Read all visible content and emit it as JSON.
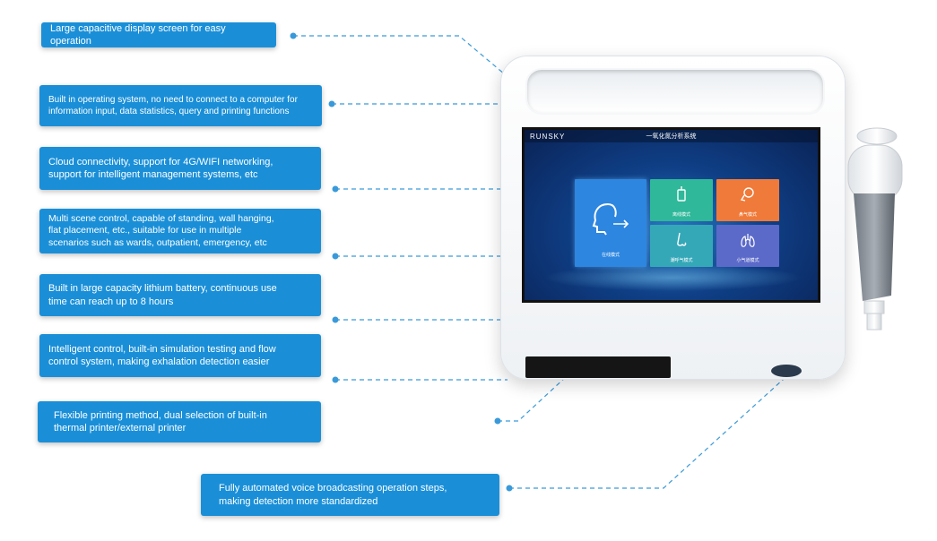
{
  "callouts": [
    {
      "text": "Large capacitive display screen for easy operation"
    },
    {
      "text": "Built in operating system, no need to connect to a computer for\ninformation input, data statistics, query and printing functions"
    },
    {
      "text": "Cloud connectivity, support for 4G/WIFI networking,\nsupport for intelligent management systems, etc"
    },
    {
      "text": "Multi scene control, capable of standing, wall hanging,\nflat placement, etc., suitable for use in multiple\nscenarios such as wards, outpatient, emergency, etc"
    },
    {
      "text": "Built in large capacity lithium battery, continuous use\ntime can reach up to 8 hours"
    },
    {
      "text": "Intelligent control, built-in simulation testing and flow\ncontrol system, making exhalation detection easier"
    },
    {
      "text": "Flexible printing method, dual selection of built-in\nthermal printer/external printer"
    },
    {
      "text": "Fully automated voice broadcasting operation steps,\nmaking detection more standardized"
    }
  ],
  "device": {
    "brand": "RUNSKY",
    "system_title": "一氧化氮分析系统",
    "modes": [
      {
        "label": "在线模式"
      },
      {
        "label": "离线模式"
      },
      {
        "label": "鼻气模式"
      },
      {
        "label": "潮呼气模式"
      },
      {
        "label": "小气道模式"
      }
    ]
  },
  "colors": {
    "callout_bg": "#1a8fd8",
    "connector": "#3a9ad9",
    "mode_green": "#2fb89a",
    "mode_orange": "#f07a3a",
    "mode_teal": "#35a8b8",
    "mode_purple": "#5b6ac9",
    "mode_blue": "#2d86e0"
  }
}
